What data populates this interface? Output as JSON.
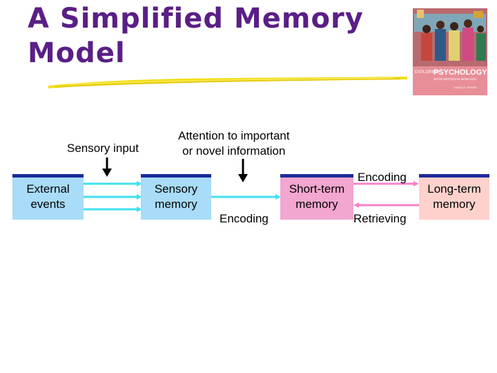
{
  "slide": {
    "title": "A Simplified Memory\nModel"
  },
  "book_cover": {
    "series_word": "EXPLORING",
    "title_word": "PSYCHOLOGY",
    "edition_line": "SIXTH EDITION IN MODULES",
    "author_line": "DAVID G. MYERS"
  },
  "diagram": {
    "boxes": {
      "external": "External\nevents",
      "sensory": "Sensory\nmemory",
      "short_term": "Short-term\nmemory",
      "long_term": "Long-term\nmemory"
    },
    "labels": {
      "sensory_input": "Sensory input",
      "attention": "Attention to important\nor novel information",
      "encoding_1": "Encoding",
      "encoding_2": "Encoding",
      "retrieving": "Retrieving"
    }
  },
  "colors": {
    "title": "#5a1f86",
    "box_blue": "#a8dcf8",
    "box_pink": "#f3a6cf",
    "box_salmon": "#ffd1cc",
    "box_topbar": "#1d2b9c",
    "arrow_cyan": "#3fe0f0",
    "arrow_pink": "#f582c8",
    "underline": "#f2de18"
  }
}
